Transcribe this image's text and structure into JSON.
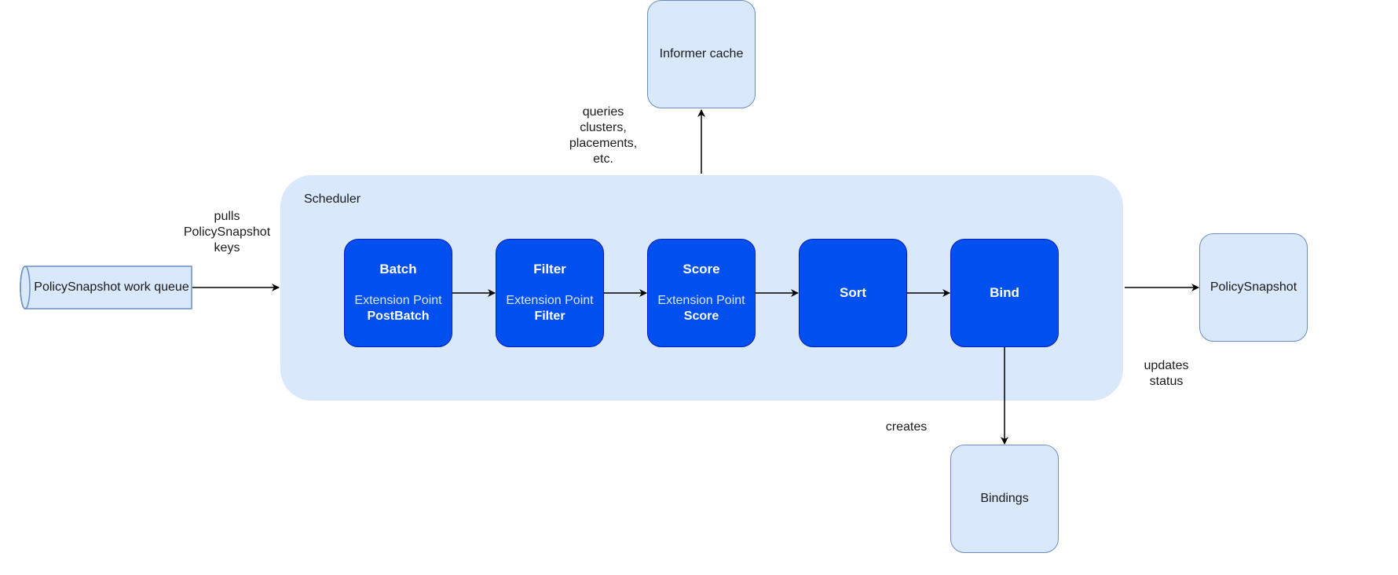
{
  "queue": {
    "label": "PolicySnapshot work queue"
  },
  "scheduler": {
    "label": "Scheduler",
    "steps": [
      {
        "title": "Batch",
        "ext_label": "Extension Point",
        "ext_name": "PostBatch"
      },
      {
        "title": "Filter",
        "ext_label": "Extension Point",
        "ext_name": "Filter"
      },
      {
        "title": "Score",
        "ext_label": "Extension Point",
        "ext_name": "Score"
      },
      {
        "title": "Sort"
      },
      {
        "title": "Bind"
      }
    ]
  },
  "informer": {
    "label": "Informer cache"
  },
  "snapshot": {
    "label": "PolicySnapshot"
  },
  "bindings": {
    "label": "Bindings"
  },
  "edges": {
    "pulls": [
      "pulls",
      "PolicySnapshot",
      "keys"
    ],
    "queries": [
      "queries",
      "clusters,",
      "placements,",
      "etc."
    ],
    "updates": [
      "updates",
      "status"
    ],
    "creates": "creates"
  },
  "colors": {
    "container_fill": "#dae8fc",
    "light_stroke": "#6c8ebf",
    "step_fill": "#0050ef",
    "step_stroke": "#001dbc",
    "arrow": "#000000"
  }
}
